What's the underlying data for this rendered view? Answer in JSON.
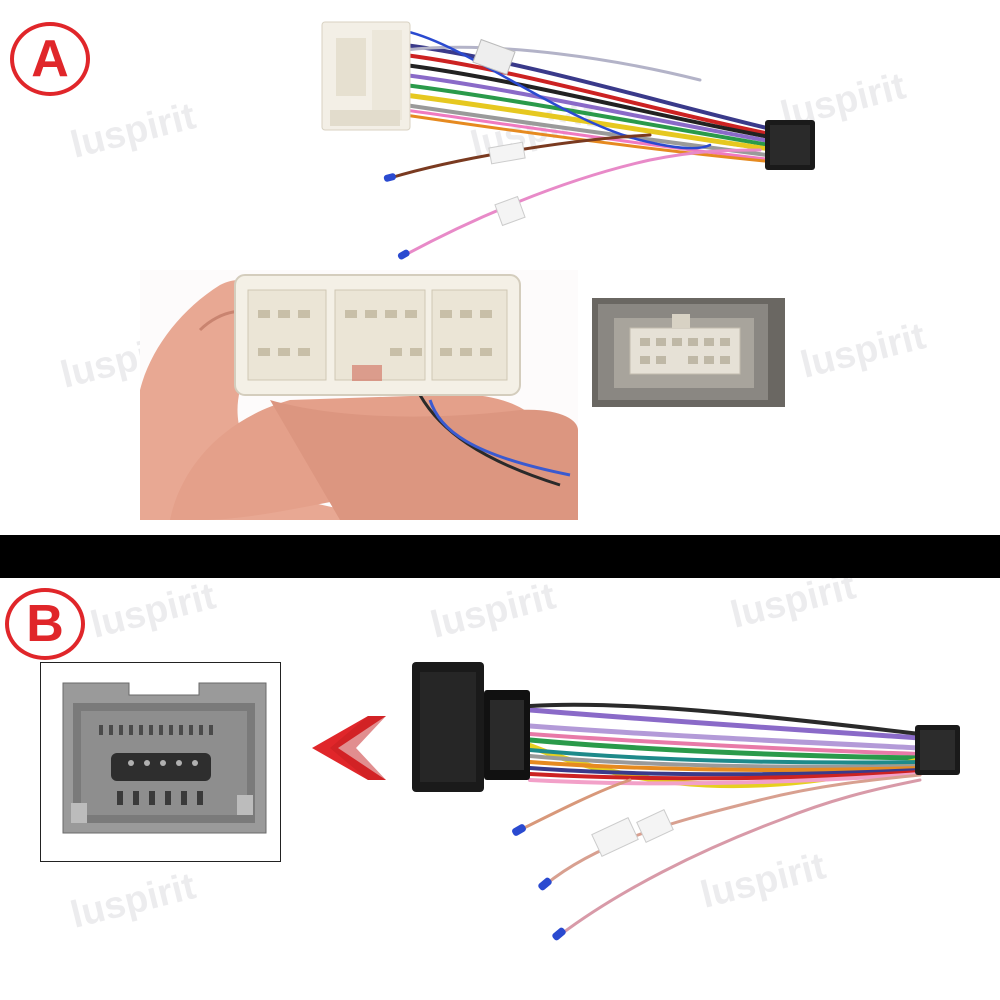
{
  "labels": {
    "section_a": "A",
    "section_b": "B"
  },
  "watermark": "luspirit",
  "colors": {
    "badge_red": "#e0262a",
    "divider": "#000000",
    "arrow_red": "#e0262a"
  },
  "icons": {
    "arrow": "chevron-left-icon"
  }
}
